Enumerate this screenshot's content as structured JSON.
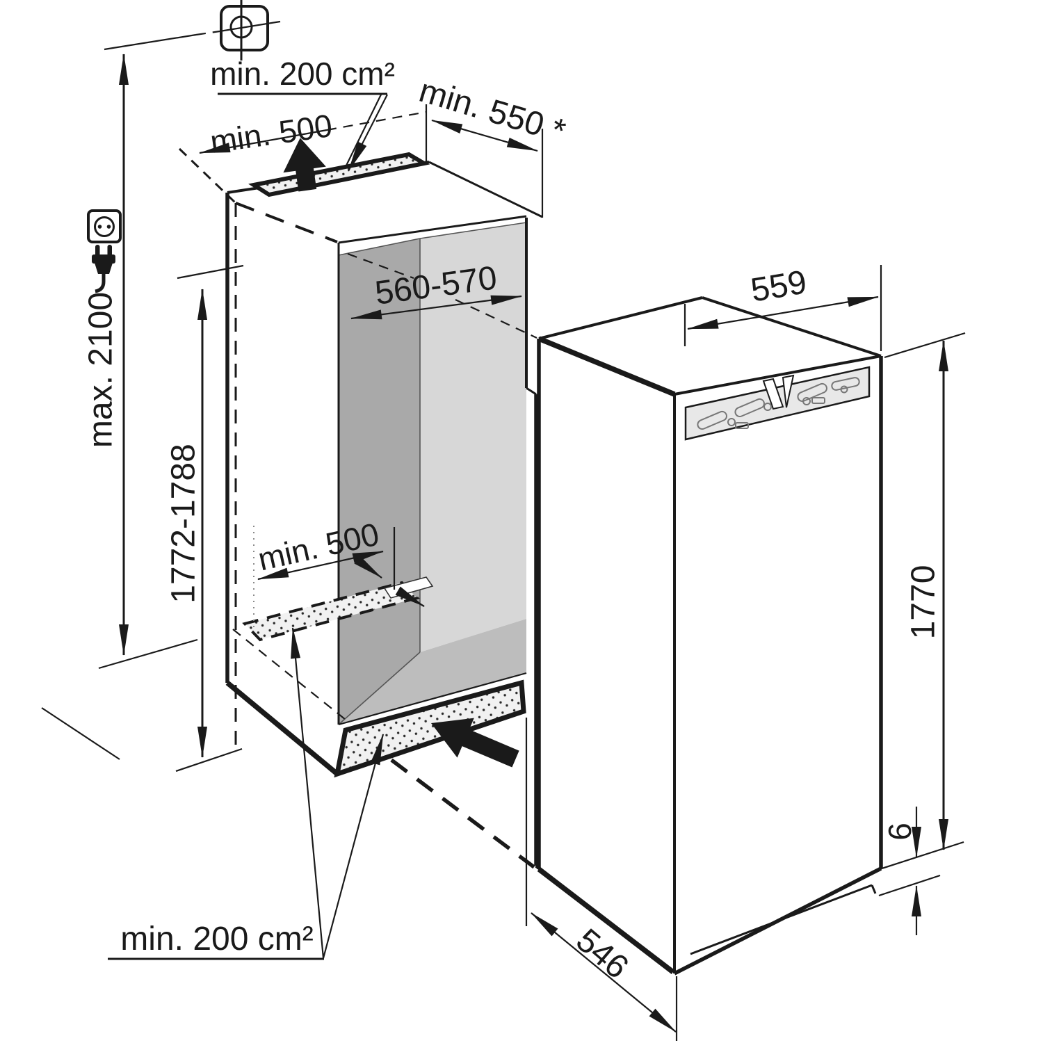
{
  "drawing": {
    "labels": {
      "vent_top": "min. 200 cm²",
      "wall_clearance_top": "min. 500",
      "niche_depth": "min. 550 *",
      "ceiling_max": "max. 2100",
      "niche_height": "1772-1788",
      "niche_width": "560-570",
      "wall_clearance_bottom": "min. 500",
      "appliance_width": "559",
      "appliance_height": "1770",
      "base_gap": "6",
      "appliance_depth": "546",
      "vent_bottom": "min. 200 cm²"
    },
    "icons": {
      "registration_mark": "registration-mark-icon",
      "socket": "power-socket-icon",
      "plug": "power-plug-icon"
    },
    "colors": {
      "line": "#1a1a1a",
      "wall_left": "#a9a9a9",
      "wall_back": "#d7d7d7",
      "floor": "#bdbdbd",
      "vent_fill": "#f1f1f1",
      "bracket": "#e8e8e8",
      "background": "#ffffff"
    }
  }
}
